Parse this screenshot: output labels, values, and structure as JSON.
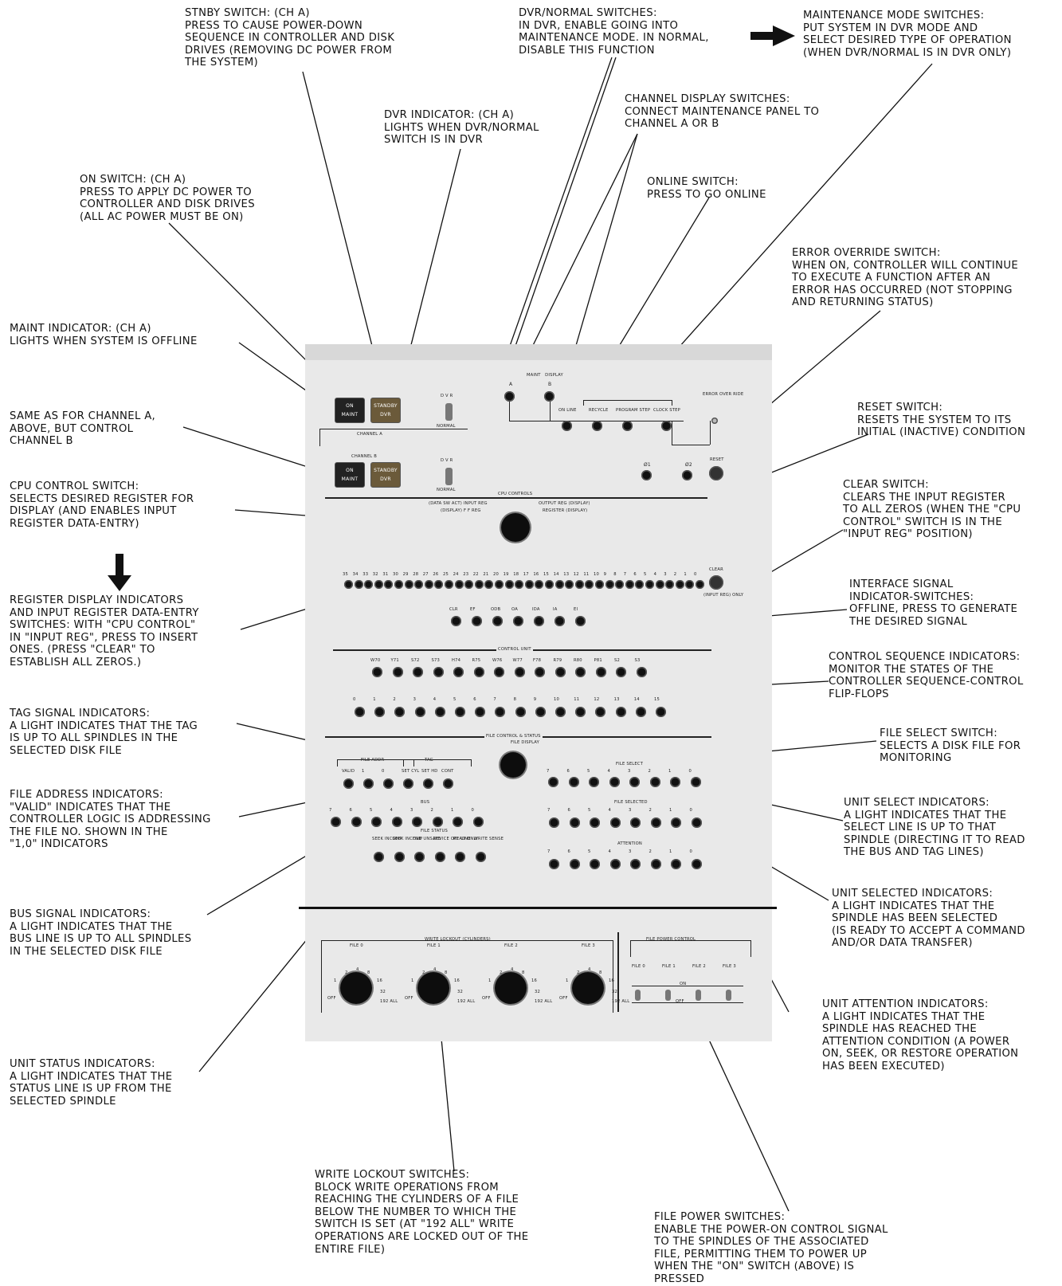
{
  "callouts": [
    {
      "id": "stnby",
      "title": "STNBY SWITCH: (CH A)",
      "lines": [
        "PRESS TO CAUSE POWER-DOWN",
        "SEQUENCE IN CONTROLLER AND DISK",
        "DRIVES (REMOVING DC POWER FROM",
        "THE SYSTEM)"
      ]
    },
    {
      "id": "dvr-normal",
      "title": "DVR/NORMAL SWITCHES:",
      "lines": [
        "IN DVR, ENABLE GOING INTO",
        "MAINTENANCE MODE. IN NORMAL,",
        "DISABLE THIS FUNCTION"
      ]
    },
    {
      "id": "maint-mode",
      "title": "MAINTENANCE MODE SWITCHES:",
      "lines": [
        "PUT SYSTEM IN DVR MODE AND",
        "SELECT DESIRED TYPE OF OPERATION",
        "(WHEN DVR/NORMAL IS IN DVR ONLY)"
      ]
    },
    {
      "id": "chan-display",
      "title": "CHANNEL DISPLAY SWITCHES:",
      "lines": [
        "CONNECT MAINTENANCE PANEL TO",
        "CHANNEL A OR B"
      ]
    },
    {
      "id": "dvr-ind",
      "title": "DVR INDICATOR: (CH A)",
      "lines": [
        "LIGHTS WHEN DVR/NORMAL",
        "SWITCH IS IN DVR"
      ]
    },
    {
      "id": "on-switch",
      "title": "ON SWITCH: (CH A)",
      "lines": [
        "PRESS TO APPLY DC POWER TO",
        "CONTROLLER AND DISK DRIVES",
        "(ALL AC POWER MUST BE ON)"
      ]
    },
    {
      "id": "online",
      "title": "ONLINE SWITCH:",
      "lines": [
        "PRESS TO GO ONLINE"
      ]
    },
    {
      "id": "err-override",
      "title": "ERROR OVERRIDE SWITCH:",
      "lines": [
        "WHEN ON, CONTROLLER WILL CONTINUE",
        "TO EXECUTE A FUNCTION AFTER AN",
        "ERROR HAS OCCURRED (NOT STOPPING",
        "AND RETURNING STATUS)"
      ]
    },
    {
      "id": "maint-ind",
      "title": "MAINT INDICATOR: (CH A)",
      "lines": [
        "LIGHTS WHEN SYSTEM IS OFFLINE"
      ]
    },
    {
      "id": "chan-b",
      "title": "SAME AS FOR CHANNEL A,",
      "lines": [
        "ABOVE, BUT CONTROL",
        "CHANNEL B"
      ]
    },
    {
      "id": "reset",
      "title": "RESET SWITCH:",
      "lines": [
        "RESETS THE SYSTEM TO ITS",
        "INITIAL (INACTIVE) CONDITION"
      ]
    },
    {
      "id": "cpu-control",
      "title": "CPU CONTROL SWITCH:",
      "lines": [
        "SELECTS DESIRED REGISTER FOR",
        "DISPLAY (AND ENABLES INPUT",
        "REGISTER DATA-ENTRY)"
      ]
    },
    {
      "id": "clear",
      "title": "CLEAR SWITCH:",
      "lines": [
        "CLEARS THE INPUT REGISTER",
        "TO ALL ZEROS (WHEN THE \"CPU",
        "CONTROL\" SWITCH IS IN THE",
        "\"INPUT REG\" POSITION)"
      ]
    },
    {
      "id": "reg-display",
      "title": "REGISTER DISPLAY INDICATORS",
      "lines": [
        "AND INPUT REGISTER DATA-ENTRY",
        "SWITCHES: WITH \"CPU CONTROL\"",
        "IN \"INPUT REG\", PRESS TO INSERT",
        "ONES. (PRESS \"CLEAR\" TO",
        "ESTABLISH ALL ZEROS.)"
      ]
    },
    {
      "id": "interface",
      "title": "INTERFACE SIGNAL",
      "lines": [
        "INDICATOR-SWITCHES:",
        "OFFLINE, PRESS TO GENERATE",
        "THE DESIRED SIGNAL"
      ]
    },
    {
      "id": "ctrl-seq",
      "title": "CONTROL SEQUENCE INDICATORS:",
      "lines": [
        "MONITOR THE STATES OF THE",
        "CONTROLLER SEQUENCE-CONTROL",
        "FLIP-FLOPS"
      ]
    },
    {
      "id": "tag-sig",
      "title": "TAG SIGNAL INDICATORS:",
      "lines": [
        "A LIGHT INDICATES THAT THE TAG",
        "IS UP TO ALL SPINDLES IN THE",
        "SELECTED DISK FILE"
      ]
    },
    {
      "id": "file-select",
      "title": "FILE SELECT SWITCH:",
      "lines": [
        "SELECTS A DISK FILE FOR",
        "MONITORING"
      ]
    },
    {
      "id": "file-addr",
      "title": "FILE ADDRESS INDICATORS:",
      "lines": [
        "\"VALID\" INDICATES THAT THE",
        "CONTROLLER LOGIC IS ADDRESSING",
        "THE FILE NO. SHOWN IN THE",
        "\"1,0\" INDICATORS"
      ]
    },
    {
      "id": "unit-select",
      "title": "UNIT SELECT INDICATORS:",
      "lines": [
        "A LIGHT INDICATES THAT THE",
        "SELECT LINE IS UP TO THAT",
        "SPINDLE (DIRECTING IT TO READ",
        "THE BUS AND TAG LINES)"
      ]
    },
    {
      "id": "unit-selected",
      "title": "UNIT SELECTED INDICATORS:",
      "lines": [
        "A LIGHT INDICATES THAT THE",
        "SPINDLE HAS BEEN SELECTED",
        "(IS READY TO ACCEPT A COMMAND",
        "AND/OR DATA TRANSFER)"
      ]
    },
    {
      "id": "bus-sig",
      "title": "BUS SIGNAL INDICATORS:",
      "lines": [
        "A LIGHT INDICATES THAT THE",
        "BUS LINE IS UP TO ALL SPINDLES",
        "IN THE SELECTED DISK FILE"
      ]
    },
    {
      "id": "unit-attn",
      "title": "UNIT ATTENTION INDICATORS:",
      "lines": [
        "A LIGHT INDICATES THAT THE",
        "SPINDLE HAS REACHED THE",
        "ATTENTION CONDITION (A POWER",
        "ON, SEEK, OR RESTORE OPERATION",
        "HAS BEEN EXECUTED)"
      ]
    },
    {
      "id": "unit-status",
      "title": "UNIT STATUS INDICATORS:",
      "lines": [
        "A LIGHT INDICATES THAT THE",
        "STATUS LINE IS UP FROM THE",
        "SELECTED SPINDLE"
      ]
    },
    {
      "id": "write-lockout",
      "title": "WRITE LOCKOUT SWITCHES:",
      "lines": [
        "BLOCK WRITE OPERATIONS FROM",
        "REACHING THE CYLINDERS OF A FILE",
        "BELOW THE NUMBER TO WHICH THE",
        "SWITCH IS SET (AT \"192 ALL\" WRITE",
        "OPERATIONS ARE LOCKED OUT OF THE",
        "ENTIRE FILE)"
      ]
    },
    {
      "id": "file-power",
      "title": "FILE POWER SWITCHES:",
      "lines": [
        "ENABLE THE POWER-ON CONTROL SIGNAL",
        "TO THE SPINDLES OF THE ASSOCIATED",
        "FILE, PERMITTING THEM TO POWER UP",
        "WHEN THE \"ON\" SWITCH (ABOVE) IS",
        "PRESSED"
      ]
    }
  ],
  "panel": {
    "maint_label": "MAINT",
    "display_label": "DISPLAY",
    "chan_a": "A",
    "chan_b": "B",
    "channel_a_label": "CHANNEL A",
    "channel_b_label": "CHANNEL B",
    "on_label": "ON",
    "maint_btn": "MAINT",
    "standby_label": "STANDBY",
    "dvr_btn": "DVR",
    "dvr_label": "D V R",
    "normal_label": "NORMAL",
    "mode_labels": [
      "ON LINE",
      "RECYCLE",
      "PROGRAM STEP",
      "CLOCK STEP"
    ],
    "phase_labels": [
      "Ø1",
      "Ø2"
    ],
    "error_override": "ERROR OVER RIDE",
    "reset": "RESET",
    "cpu_control": "CPU CONTROLS",
    "cpu_positions": [
      "(DATA SW ACT) INPUT REG",
      "(DISPLAY) F F REG",
      "OUTPUT REG (DISPLAY)",
      "REGISTER (DISPLAY)"
    ],
    "register_bits": [
      "35",
      "34",
      "33",
      "32",
      "31",
      "30",
      "29",
      "28",
      "27",
      "26",
      "25",
      "24",
      "23",
      "22",
      "21",
      "20",
      "19",
      "18",
      "17",
      "16",
      "15",
      "14",
      "13",
      "12",
      "11",
      "10",
      "9",
      "8",
      "7",
      "6",
      "5",
      "4",
      "3",
      "2",
      "1",
      "0"
    ],
    "clear": "CLEAR",
    "input_reg_only": "(INPUT REG) ONLY",
    "interface_signals": [
      "CLR",
      "EF",
      "ODB",
      "OA",
      "IDA",
      "IA",
      "EI"
    ],
    "control_unit": "CONTROL UNIT",
    "control_seq": [
      "W70",
      "Y71",
      "S72",
      "S73",
      "H74",
      "R75",
      "W76",
      "W77",
      "F78",
      "R79",
      "R80",
      "P81",
      "S2",
      "S3"
    ],
    "seq_numbers": [
      "0",
      "1",
      "2",
      "3",
      "4",
      "5",
      "6",
      "7",
      "8",
      "9",
      "10",
      "11",
      "12",
      "13",
      "14",
      "15"
    ],
    "file_control_status": "FILE CONTROL & STATUS",
    "file_display": "FILE DISPLAY",
    "file_addr": "FILE ADDR",
    "tag": "TAG",
    "file_addr_labels": [
      "VALID",
      "1",
      "0",
      "SET CYL",
      "SET HD",
      "CONT"
    ],
    "file_select": "FILE SELECT",
    "unit_numbers": [
      "7",
      "6",
      "5",
      "4",
      "3",
      "2",
      "1",
      "0"
    ],
    "bus": "BUS",
    "file_selected": "FILE SELECTED",
    "file_status": "FILE STATUS",
    "file_status_labels": [
      "SEEK INCOMP",
      "SEEK INCOMP",
      "FILE UNSAFE",
      "DEVICE OFF LINE",
      "READ ONLY",
      "WRITE SENSE"
    ],
    "attention": "ATTENTION",
    "write_lockout": "WRITE LOCKOUT (CYLINDERS)",
    "file_labels": [
      "FILE 0",
      "FILE 1",
      "FILE 2",
      "FILE 3"
    ],
    "dial_marks": [
      "OFF",
      "1",
      "2",
      "4",
      "8",
      "16",
      "32",
      "192 ALL"
    ],
    "file_power_control": "FILE POWER CONTROL",
    "power_on": "ON",
    "power_off": "OFF"
  }
}
